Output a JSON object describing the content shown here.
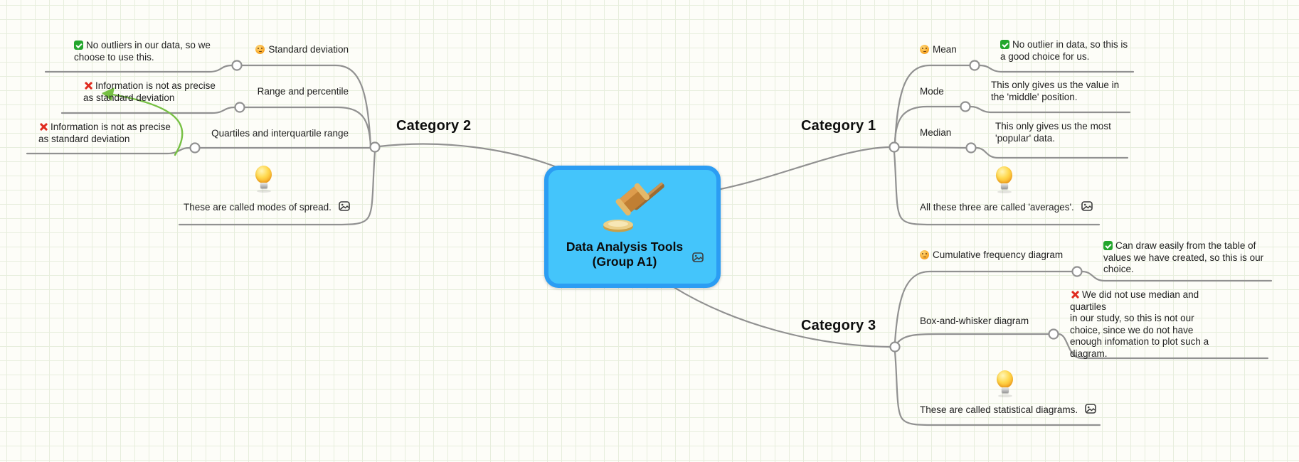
{
  "canvas": {
    "background": "#fdfdf8",
    "grid_color": "#e7eedd"
  },
  "colors": {
    "root_fill": "#44c5fb",
    "root_border": "#2b9df3",
    "branch_line": "#919191",
    "relationship_arrow": "#76c043",
    "check_green": "#23a62c",
    "cross_red": "#e02b20"
  },
  "icons": {
    "root_icon": "gavel-icon",
    "attachment_icon": "image-icon",
    "idea_icon": "lightbulb-icon",
    "mood_icon": "hushed-face-icon",
    "yes_icon": "check-icon",
    "no_icon": "cross-icon"
  },
  "root": {
    "title": "Data Analysis Tools",
    "subtitle": "(Group A1)"
  },
  "cat1": {
    "label": "Category 1",
    "mean_label": "Mean",
    "mean_note": "No outlier in data, so this is\na good choice for us.",
    "mode_label": "Mode",
    "mode_note": "This only gives us the value in\nthe 'middle' position.",
    "median_label": "Median",
    "median_note": "This only gives us the most\n'popular' data.",
    "summary": "All these three are called 'averages'."
  },
  "cat2": {
    "label": "Category 2",
    "std_label": "Standard deviation",
    "std_note": "No outliers in our data, so we\nchoose to use this.",
    "range_label": "Range and percentile",
    "range_note": "Information is not as precise\nas standard deviation",
    "quartiles_label": "Quartiles and interquartile range",
    "quartiles_note": "Information is not as precise\nas standard deviation",
    "summary": "These are called modes of spread."
  },
  "cat3": {
    "label": "Category 3",
    "cumfreq_label": "Cumulative frequency diagram",
    "cumfreq_note": "Can draw easily from the table of\nvalues we have created, so this is our\nchoice.",
    "boxwhisker_label": "Box-and-whisker diagram",
    "boxwhisker_note": "We did not use median and quartiles\nin our study, so this is not our\nchoice, since we do not have\nenough infomation to plot such a\ndiagram.",
    "summary": "These are called statistical diagrams."
  }
}
